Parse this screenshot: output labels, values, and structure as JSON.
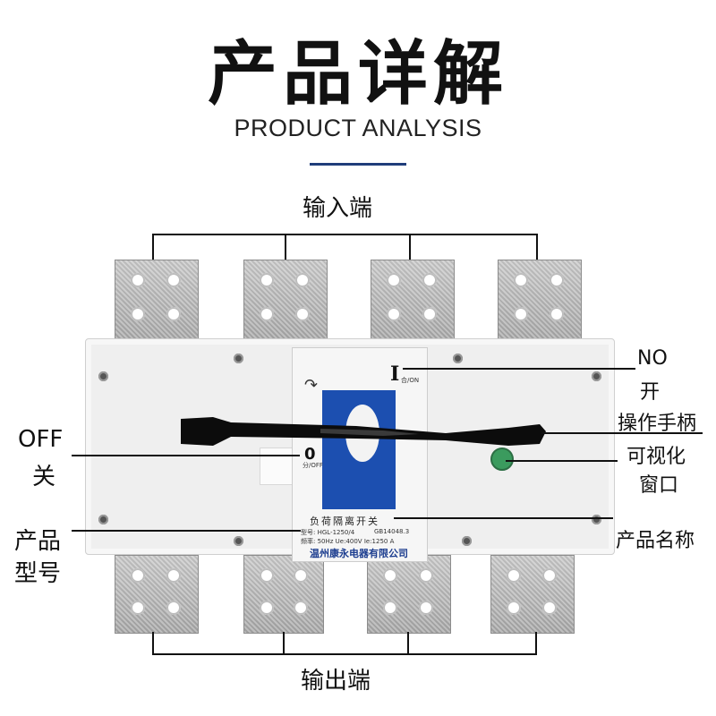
{
  "header": {
    "title": "产品详解",
    "subtitle": "PRODUCT ANALYSIS"
  },
  "callouts": {
    "input_terminal": "输入端",
    "output_terminal": "输出端",
    "on_line1": "NO",
    "on_line2": "开",
    "handle": "操作手柄",
    "window_line1": "可视化",
    "window_line2": "窗口",
    "off_line1": "OFF",
    "off_line2": "关",
    "model_line1": "产品",
    "model_line2": "型号",
    "product_name": "产品名称"
  },
  "device": {
    "on_symbol": "I",
    "on_text": "合/ON",
    "off_symbol": "0",
    "off_text": "分/OFF",
    "nameplate_name": "负荷隔离开关",
    "model": "型号: HGL-1250/4",
    "standard": "GB14048.3",
    "ratings": "频率: 50Hz  Ue:400V  Ie:1250 A",
    "manufacturer": "温州康永电器有限公司"
  },
  "colors": {
    "accent": "#1f3d7a",
    "window_blue": "#1c4fb0",
    "handle": "#0c0c0c",
    "indicator_green": "#3b9b5e"
  }
}
